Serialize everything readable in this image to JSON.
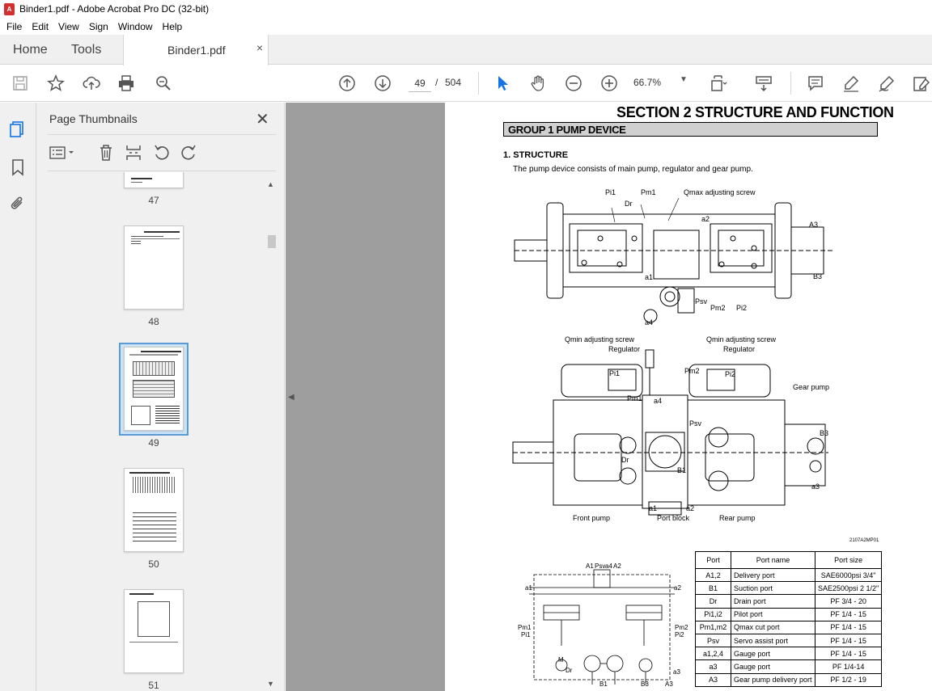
{
  "window": {
    "title": "Binder1.pdf - Adobe Acrobat Pro DC (32-bit)"
  },
  "menu": {
    "items": [
      "File",
      "Edit",
      "View",
      "Sign",
      "Window",
      "Help"
    ]
  },
  "tabs": {
    "home": "Home",
    "tools": "Tools",
    "document": "Binder1.pdf",
    "close": "×"
  },
  "toolbar": {
    "current_page": "49",
    "page_separator": "/",
    "total_pages": "504",
    "zoom": "66.7%",
    "zoom_caret": "▼"
  },
  "thumbnails_panel": {
    "title": "Page Thumbnails",
    "close": "✕",
    "collapse_arrow": "◀",
    "pages": [
      {
        "number": "47"
      },
      {
        "number": "48"
      },
      {
        "number": "49",
        "selected": true
      },
      {
        "number": "50"
      },
      {
        "number": "51"
      }
    ]
  },
  "document": {
    "section_title": "SECTION  2  STRUCTURE AND FUNCTION",
    "group_title": "GROUP  1  PUMP DEVICE",
    "structure_heading": "1. STRUCTURE",
    "structure_text": "The pump device consists of main pump, regulator and gear pump.",
    "image_code": "2107A2MP01",
    "top_view_labels": {
      "pi1": "Pi1",
      "pm1": "Pm1",
      "dr": "Dr",
      "qmax": "Qmax adjusting screw",
      "a2": "a2",
      "a3": "A3",
      "b3": "B3",
      "a1": "a1",
      "psv": "Psv",
      "pm2": "Pm2",
      "pi2": "Pi2",
      "a4": "a4"
    },
    "front_view_labels": {
      "qmin_left": "Qmin adjusting screw",
      "regulator_left": "Regulator",
      "pi1": "Pi1",
      "pm1": "Pm1",
      "a4": "a4",
      "qmin_right": "Qmin adjusting screw",
      "regulator_right": "Regulator",
      "pm2": "Pm2",
      "pi2": "Pi2",
      "gear_pump": "Gear pump",
      "b3": "B3",
      "psv": "Psv",
      "dr": "Dr",
      "b1": "B1",
      "a3": "a3",
      "a1": "a1",
      "a2": "a2",
      "front_pump": "Front pump",
      "port_block": "Port block",
      "rear_pump": "Rear pump"
    },
    "hydraulic_labels": {
      "a1_top": "A1",
      "psv": "Psv",
      "a4": "a4",
      "a2_top": "A2",
      "a1": "a1",
      "a2": "a2",
      "pm1": "Pm1",
      "pi1": "Pi1",
      "pm2": "Pm2",
      "pi2": "Pi2",
      "m": "M",
      "dr": "Dr",
      "a3": "a3",
      "b1": "B1",
      "b3": "B3",
      "a3_port": "A3"
    },
    "port_table": {
      "headers": [
        "Port",
        "Port name",
        "Port size"
      ],
      "rows": [
        [
          "A1,2",
          "Delivery port",
          "SAE6000psi 3/4\""
        ],
        [
          "B1",
          "Suction port",
          "SAE2500psi 2 1/2\""
        ],
        [
          "Dr",
          "Drain port",
          "PF 3/4 - 20"
        ],
        [
          "Pi1,i2",
          "Pilot port",
          "PF 1/4 - 15"
        ],
        [
          "Pm1,m2",
          "Qmax cut port",
          "PF 1/4 - 15"
        ],
        [
          "Psv",
          "Servo assist port",
          "PF 1/4 - 15"
        ],
        [
          "a1,2,4",
          "Gauge port",
          "PF 1/4 - 15"
        ],
        [
          "a3",
          "Gauge port",
          "PF 1/4-14"
        ],
        [
          "A3",
          "Gear pump delivery port",
          "PF 1/2 - 19"
        ]
      ]
    }
  }
}
